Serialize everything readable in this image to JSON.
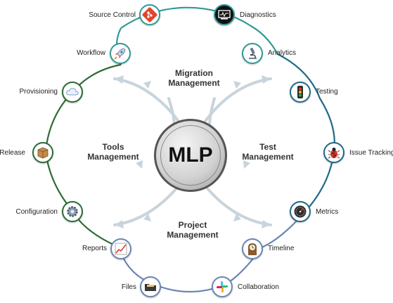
{
  "center": {
    "label": "MLP"
  },
  "sections": {
    "migration": {
      "line1": "Migration",
      "line2": "Management"
    },
    "tools": {
      "line1": "Tools",
      "line2": "Management"
    },
    "test": {
      "line1": "Test",
      "line2": "Management"
    },
    "project": {
      "line1": "Project",
      "line2": "Management"
    }
  },
  "nodes": {
    "source_control": {
      "label": "Source Control",
      "icon": "git-icon"
    },
    "diagnostics": {
      "label": "Diagnostics",
      "icon": "monitor-icon"
    },
    "workflow": {
      "label": "Workflow",
      "icon": "rocket-icon"
    },
    "analytics": {
      "label": "Analytics",
      "icon": "microscope-icon"
    },
    "provisioning": {
      "label": "Provisioning",
      "icon": "cloud-icon"
    },
    "testing": {
      "label": "Testing",
      "icon": "traffic-light-icon"
    },
    "release": {
      "label": "Release",
      "icon": "package-icon"
    },
    "issue_tracking": {
      "label": "Issue Tracking",
      "icon": "bug-icon"
    },
    "configuration": {
      "label": "Configuration",
      "icon": "gear-icon"
    },
    "metrics": {
      "label": "Metrics",
      "icon": "gauge-icon"
    },
    "reports": {
      "label": "Reports",
      "icon": "chart-icon"
    },
    "timeline": {
      "label": "Timeline",
      "icon": "clock-icon"
    },
    "files": {
      "label": "Files",
      "icon": "folder-icon"
    },
    "collaboration": {
      "label": "Collaboration",
      "icon": "slack-icon"
    }
  },
  "colors": {
    "migration_arc": "#2f9a97",
    "test_arc": "#1f6a86",
    "project_arc": "#6b85b3",
    "tools_arc": "#2c6b35",
    "arrows": "#c8d4dc"
  }
}
